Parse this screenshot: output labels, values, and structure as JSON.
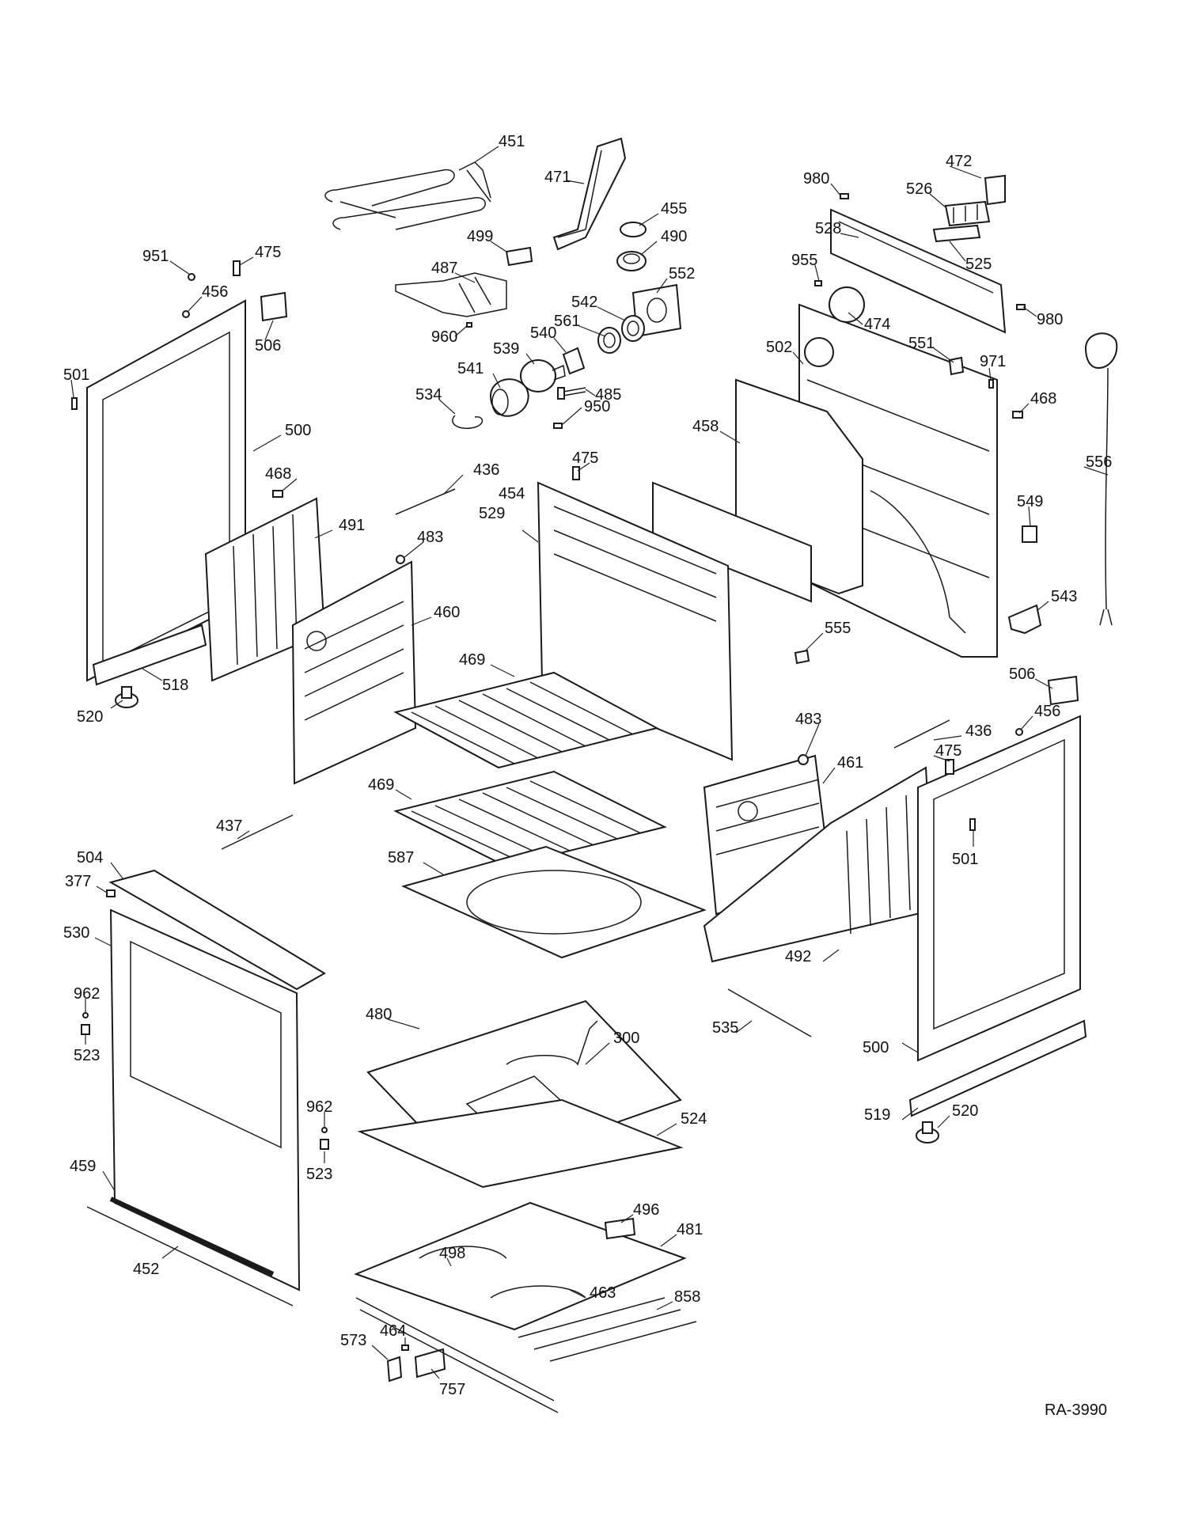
{
  "diagram": {
    "reference_code": "RA-3990",
    "part_labels": [
      {
        "id": "451",
        "text": "451"
      },
      {
        "id": "471",
        "text": "471"
      },
      {
        "id": "455",
        "text": "455"
      },
      {
        "id": "490",
        "text": "490"
      },
      {
        "id": "499",
        "text": "499"
      },
      {
        "id": "487",
        "text": "487"
      },
      {
        "id": "552",
        "text": "552"
      },
      {
        "id": "542",
        "text": "542"
      },
      {
        "id": "561",
        "text": "561"
      },
      {
        "id": "540",
        "text": "540"
      },
      {
        "id": "539",
        "text": "539"
      },
      {
        "id": "541",
        "text": "541"
      },
      {
        "id": "960",
        "text": "960"
      },
      {
        "id": "534",
        "text": "534"
      },
      {
        "id": "485",
        "text": "485"
      },
      {
        "id": "950",
        "text": "950"
      },
      {
        "id": "472",
        "text": "472"
      },
      {
        "id": "980a",
        "text": "980"
      },
      {
        "id": "526",
        "text": "526"
      },
      {
        "id": "528",
        "text": "528"
      },
      {
        "id": "525",
        "text": "525"
      },
      {
        "id": "955",
        "text": "955"
      },
      {
        "id": "980b",
        "text": "980"
      },
      {
        "id": "474",
        "text": "474"
      },
      {
        "id": "502",
        "text": "502"
      },
      {
        "id": "551",
        "text": "551"
      },
      {
        "id": "971",
        "text": "971"
      },
      {
        "id": "468a",
        "text": "468"
      },
      {
        "id": "458",
        "text": "458"
      },
      {
        "id": "556",
        "text": "556"
      },
      {
        "id": "549",
        "text": "549"
      },
      {
        "id": "543",
        "text": "543"
      },
      {
        "id": "951",
        "text": "951"
      },
      {
        "id": "475a",
        "text": "475"
      },
      {
        "id": "456a",
        "text": "456"
      },
      {
        "id": "506a",
        "text": "506"
      },
      {
        "id": "501a",
        "text": "501"
      },
      {
        "id": "500a",
        "text": "500"
      },
      {
        "id": "468b",
        "text": "468"
      },
      {
        "id": "491",
        "text": "491"
      },
      {
        "id": "436a",
        "text": "436"
      },
      {
        "id": "475b",
        "text": "475"
      },
      {
        "id": "529",
        "text": "529"
      },
      {
        "id": "454",
        "text": "454"
      },
      {
        "id": "483a",
        "text": "483"
      },
      {
        "id": "460",
        "text": "460"
      },
      {
        "id": "555",
        "text": "555"
      },
      {
        "id": "518",
        "text": "518"
      },
      {
        "id": "520a",
        "text": "520"
      },
      {
        "id": "469a",
        "text": "469"
      },
      {
        "id": "506b",
        "text": "506"
      },
      {
        "id": "436b",
        "text": "436"
      },
      {
        "id": "456b",
        "text": "456"
      },
      {
        "id": "483b",
        "text": "483"
      },
      {
        "id": "475c",
        "text": "475"
      },
      {
        "id": "461",
        "text": "461"
      },
      {
        "id": "469b",
        "text": "469"
      },
      {
        "id": "437",
        "text": "437"
      },
      {
        "id": "501b",
        "text": "501"
      },
      {
        "id": "504",
        "text": "504"
      },
      {
        "id": "587",
        "text": "587"
      },
      {
        "id": "377",
        "text": "377"
      },
      {
        "id": "530",
        "text": "530"
      },
      {
        "id": "492",
        "text": "492"
      },
      {
        "id": "962a",
        "text": "962"
      },
      {
        "id": "480",
        "text": "480"
      },
      {
        "id": "300",
        "text": "300"
      },
      {
        "id": "535",
        "text": "535"
      },
      {
        "id": "500b",
        "text": "500"
      },
      {
        "id": "523a",
        "text": "523"
      },
      {
        "id": "962b",
        "text": "962"
      },
      {
        "id": "524",
        "text": "524"
      },
      {
        "id": "519",
        "text": "519"
      },
      {
        "id": "520b",
        "text": "520"
      },
      {
        "id": "523b",
        "text": "523"
      },
      {
        "id": "459",
        "text": "459"
      },
      {
        "id": "496",
        "text": "496"
      },
      {
        "id": "481",
        "text": "481"
      },
      {
        "id": "498",
        "text": "498"
      },
      {
        "id": "452",
        "text": "452"
      },
      {
        "id": "463",
        "text": "463"
      },
      {
        "id": "858",
        "text": "858"
      },
      {
        "id": "573",
        "text": "573"
      },
      {
        "id": "464",
        "text": "464"
      },
      {
        "id": "757",
        "text": "757"
      }
    ]
  }
}
